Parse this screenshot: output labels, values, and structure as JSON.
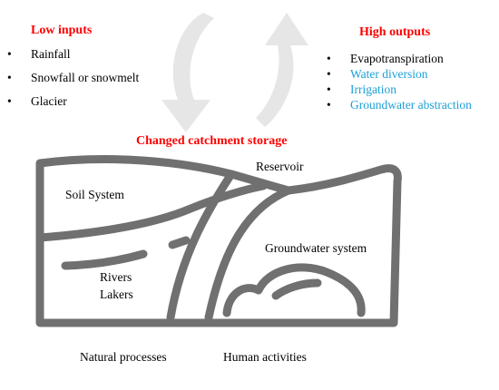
{
  "inputs": {
    "heading": "Low inputs",
    "bullet": "•",
    "items": [
      "Rainfall",
      "Snowfall or snowmelt",
      "Glacier"
    ]
  },
  "outputs": {
    "heading": "High outputs",
    "bullet": "•",
    "items": [
      {
        "text": "Evapotranspiration",
        "kind": "natural"
      },
      {
        "text": "Water diversion",
        "kind": "human"
      },
      {
        "text": "Irrigation",
        "kind": "human"
      },
      {
        "text": "Groundwater abstraction",
        "kind": "human"
      }
    ]
  },
  "storage_title": "Changed catchment storage",
  "labels": {
    "reservoir": "Reservoir",
    "soil": "Soil System",
    "groundwater": "Groundwater system",
    "rivers": "Rivers",
    "lakers": "Lakers"
  },
  "legend": {
    "natural": "Natural processes",
    "human": "Human activities"
  },
  "colors": {
    "heading": "#ff0000",
    "human": "#1ea0d6",
    "outline": "#707070",
    "arrow": "#e6e6e6"
  }
}
